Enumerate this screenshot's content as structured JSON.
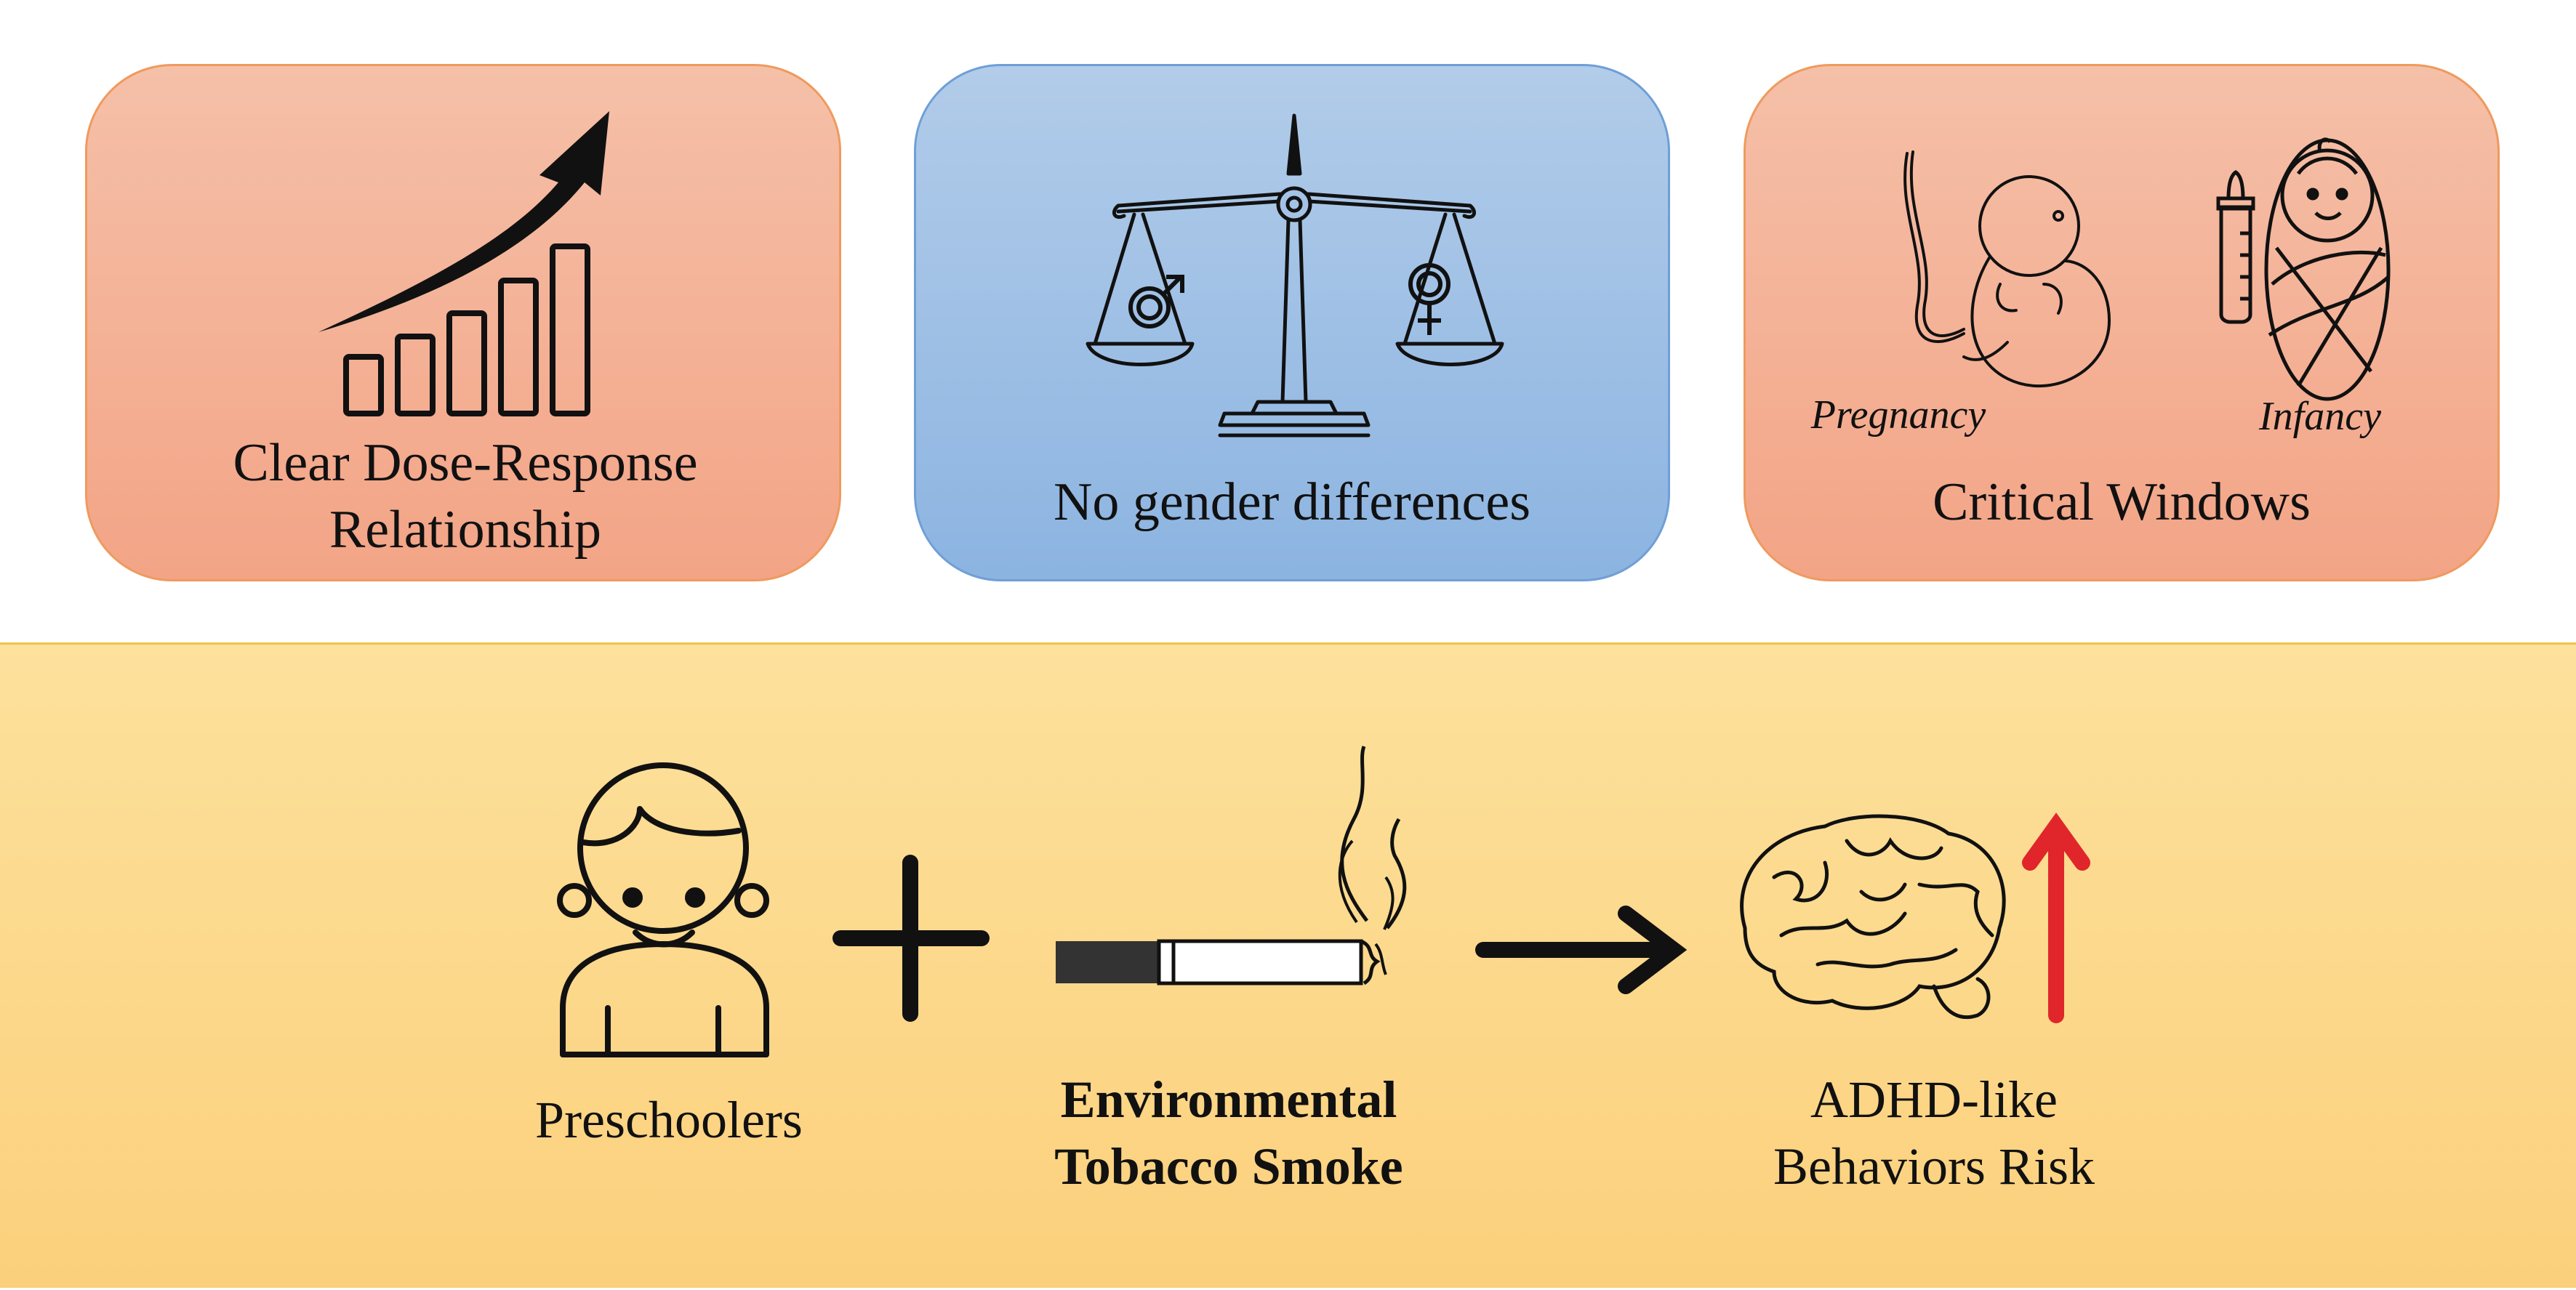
{
  "cards": {
    "dose_response": {
      "title": "Clear Dose-Response Relationship"
    },
    "gender": {
      "title": "No gender differences"
    },
    "windows": {
      "title": "Critical Windows",
      "pregnancy": "Pregnancy",
      "infancy": "Infancy"
    }
  },
  "equation": {
    "subject": "Preschoolers",
    "exposure_line1": "Environmental",
    "exposure_line2": "Tobacco Smoke",
    "outcome_line1": "ADHD-like",
    "outcome_line2": "Behaviors Risk"
  },
  "colors": {
    "card_pink": "#f3a486",
    "card_blue": "#8cb4e1",
    "panel_yellow": "#fbd07c",
    "risk_arrow": "#e0262a"
  },
  "icons": [
    "rising-bars-arrow-icon",
    "balance-scale-icon",
    "male-symbol-icon",
    "female-symbol-icon",
    "fetus-icon",
    "baby-bottle-icon",
    "swaddled-baby-icon",
    "child-icon",
    "plus-icon",
    "cigarette-icon",
    "right-arrow-icon",
    "brain-icon",
    "up-arrow-icon"
  ]
}
